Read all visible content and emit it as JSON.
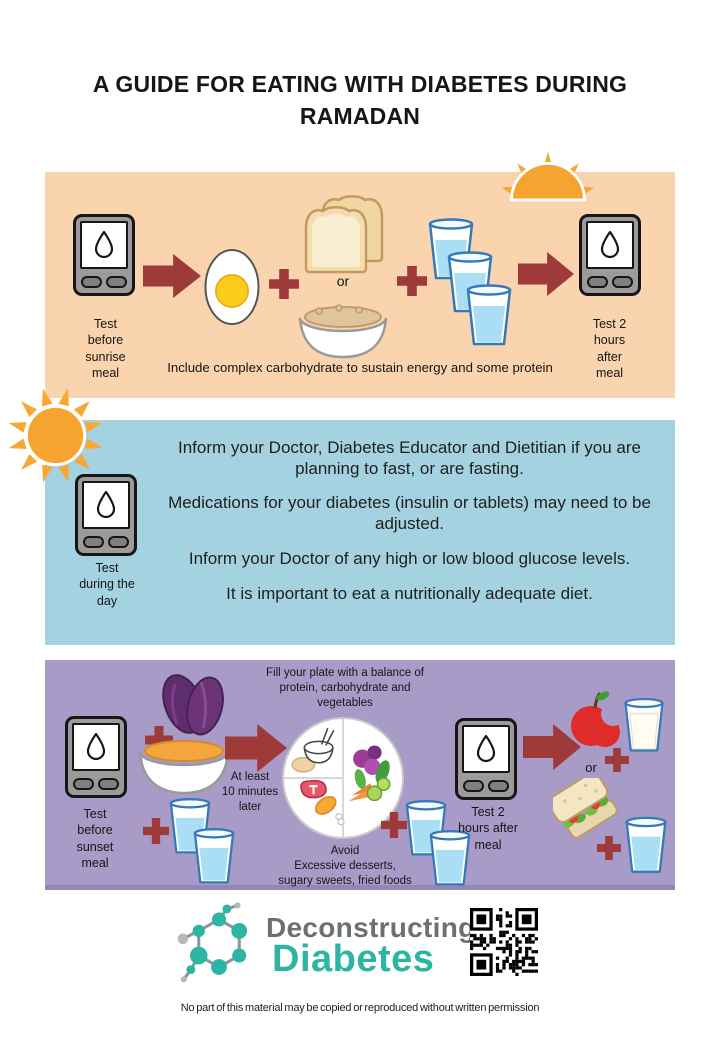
{
  "title": "A GUIDE FOR EATING WITH DIABETES DURING RAMADAN",
  "colors": {
    "sunrise_bg": "#fad4ae",
    "day_bg": "#a5d2e0",
    "sunset_bg": "#a89bc8",
    "arrow_red": "#9e3a38",
    "sun_orange": "#f5a52f",
    "moon_gray": "#a7b1cc",
    "water_blue": "#a9def5",
    "glass_outline": "#3579b8",
    "logo_teal": "#2cb5a2",
    "logo_gray": "#6a7076"
  },
  "icons": {
    "glucose-meter": "meter with blood-drop screen",
    "sunrise-sun": "half sun with rays",
    "sun": "full sun with rays",
    "crescent-moon": "crescent moon",
    "water-glass": "glass of water",
    "milk-glass": "glass of milk",
    "arrow": "dark red flow arrow",
    "plus": "dark red plus sign",
    "qr-code": "QR code"
  },
  "sunrise_section": {
    "test_before_label": "Test\nbefore\nsunrise\nmeal",
    "or_label": "or",
    "test_after_label": "Test 2\nhours\nafter\nmeal",
    "caption": "Include complex carbohydrate to sustain energy and some protein"
  },
  "day_section": {
    "test_label": "Test\nduring the\nday",
    "lines": [
      "Inform your Doctor, Diabetes Educator and Dietitian if you are planning to fast, or are fasting.",
      "Medications for your diabetes (insulin or tablets) may need to be adjusted.",
      "Inform your Doctor of any high or low blood glucose levels.",
      "It is important to eat a nutritionally adequate diet."
    ]
  },
  "sunset_section": {
    "test_before_label": "Test\nbefore\nsunset\nmeal",
    "delay_label": "At least\n10 minutes\nlater",
    "fill_plate_label": "Fill your plate with a balance of\nprotein, carbohydrate and\nvegetables",
    "avoid_label": "Avoid\nExcessive desserts,\nsugary sweets, fried foods",
    "test_after_label": "Test 2\nhours after\nmeal",
    "or_label": "or"
  },
  "logo": {
    "line1": "Deconstructing",
    "line2": "Diabetes"
  },
  "footer": "No part of this material may be copied or reproduced without written permission"
}
